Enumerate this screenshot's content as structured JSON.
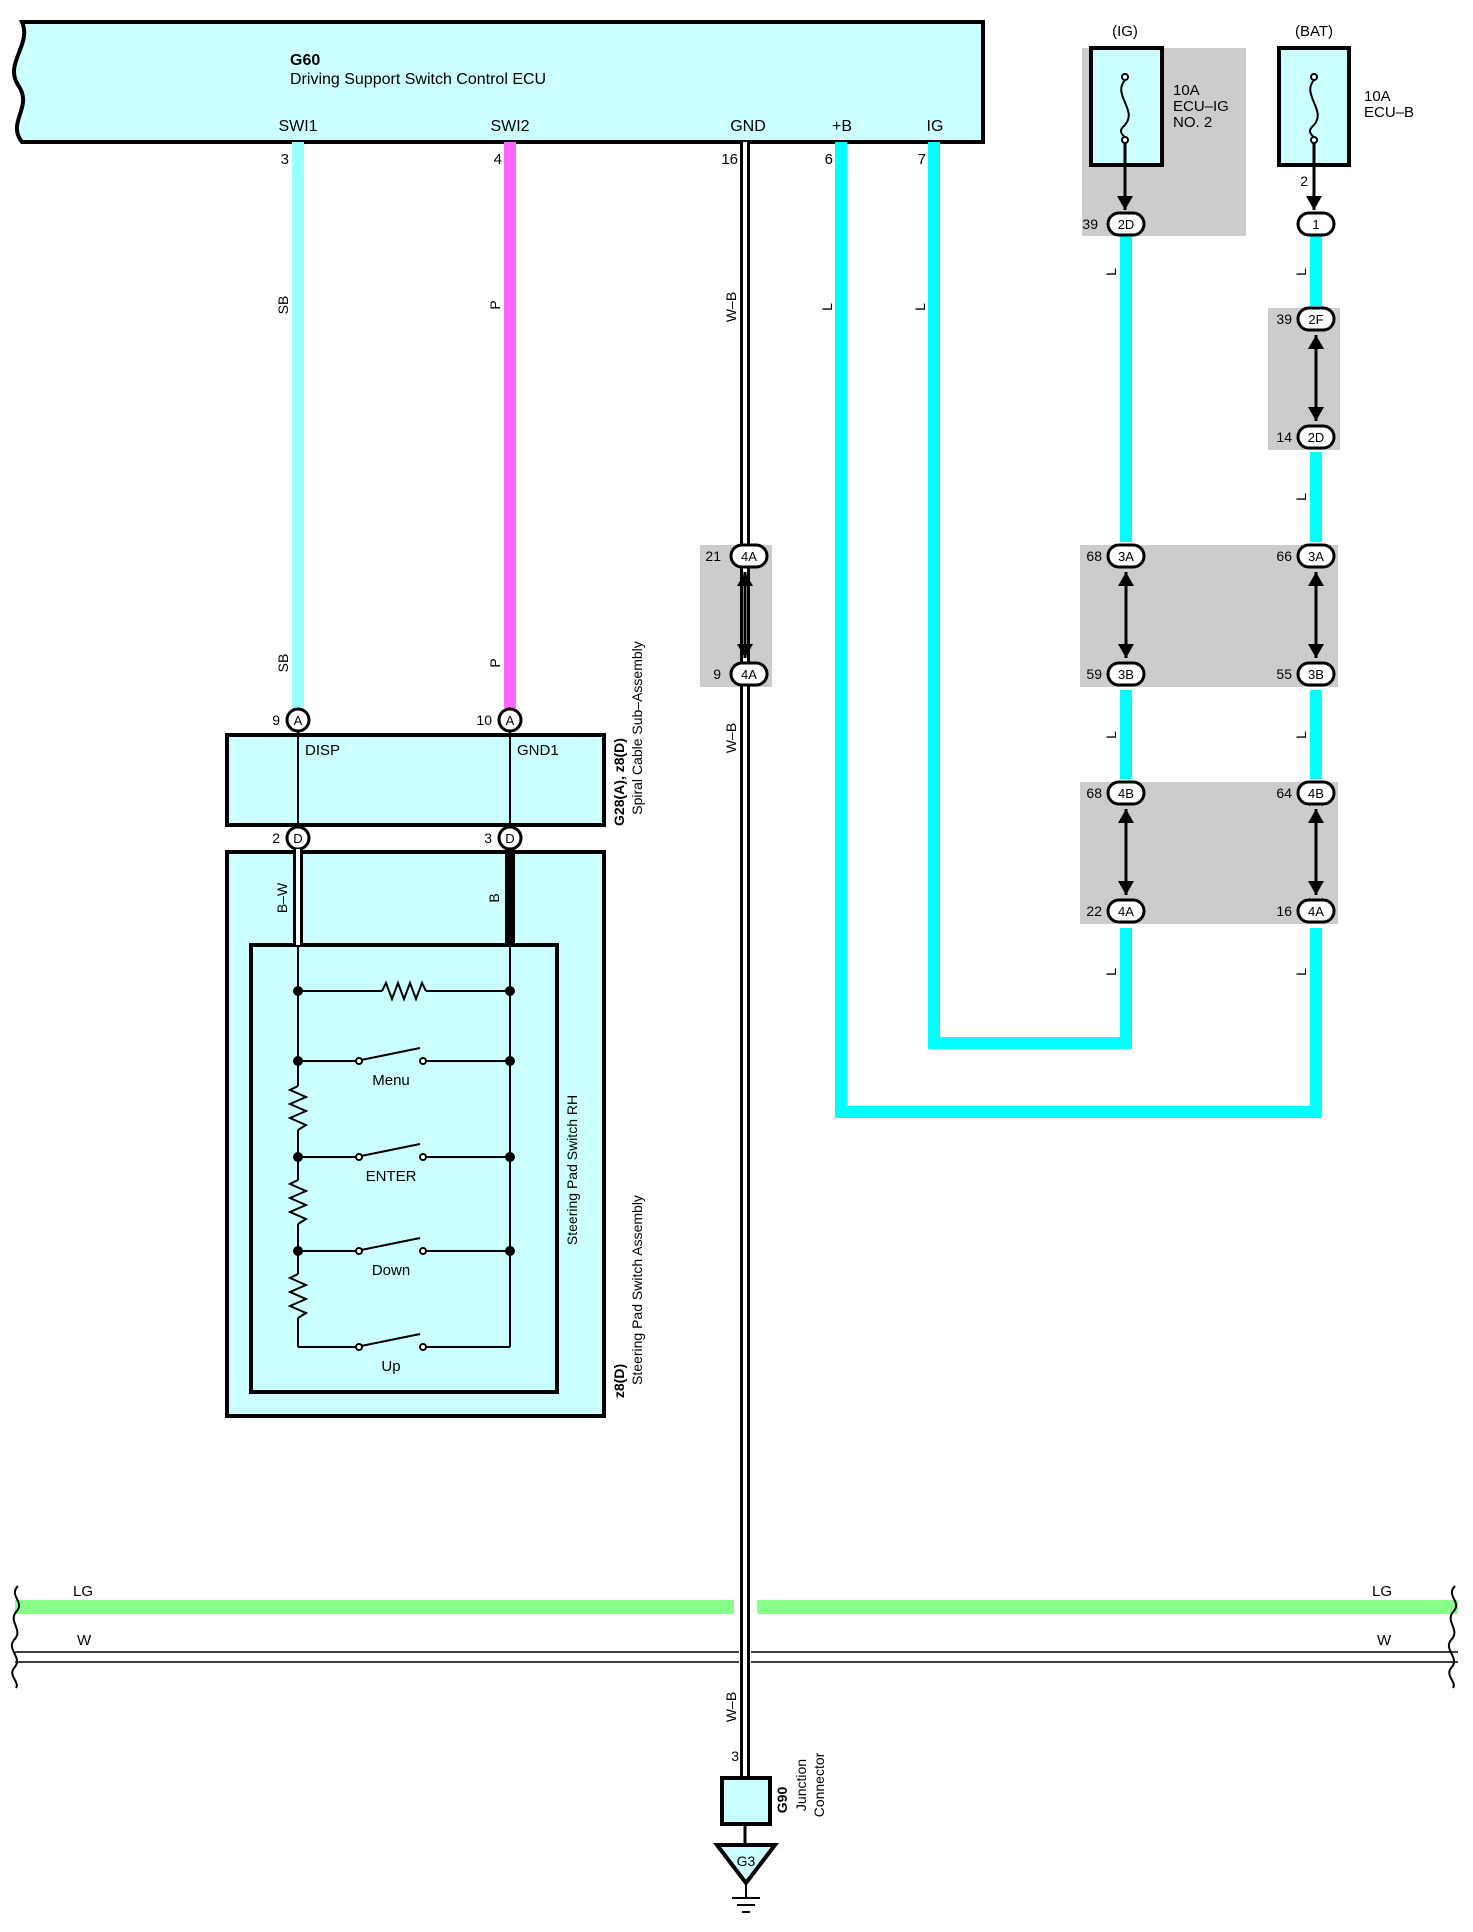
{
  "ecu": {
    "code": "G60",
    "name": "Driving Support Switch Control ECU",
    "terminals": [
      {
        "label": "SWI1",
        "pin": "3"
      },
      {
        "label": "SWI2",
        "pin": "4"
      },
      {
        "label": "GND",
        "pin": "16"
      },
      {
        "label": "+B",
        "pin": "6"
      },
      {
        "label": "IG",
        "pin": "7"
      }
    ]
  },
  "fuses": [
    {
      "source": "(IG)",
      "rating": "10A",
      "name_line1": "ECU–IG",
      "name_line2": "NO. 2"
    },
    {
      "source": "(BAT)",
      "rating": "10A",
      "name_line1": "ECU–B",
      "name_line2": ""
    }
  ],
  "wire_colors": {
    "SB": "#99ffff",
    "P": "#ff66ff",
    "L": "#00ffff",
    "LG": "#88ff88",
    "W": "#ffffff",
    "W-B": "#ffffff",
    "B": "#000000",
    "B-W": "#ffffff",
    "panel_gray": "#cccccc",
    "component_fill": "#ccffff"
  },
  "wire_labels": {
    "sb": "SB",
    "p": "P",
    "wb": "W–B",
    "l": "L",
    "bw": "B–W",
    "b": "B",
    "lg": "LG",
    "w": "W"
  },
  "junctions": {
    "gnd_top": {
      "pin": "21",
      "code": "4A"
    },
    "gnd_bottom": {
      "pin": "9",
      "code": "4A"
    },
    "ig_fuse_out": {
      "pin": "39",
      "code": "2D"
    },
    "bat_fuse_pin": "2",
    "bat_fuse_out": {
      "code": "1"
    },
    "bat_2f": {
      "pin": "39",
      "code": "2F"
    },
    "bat_2d": {
      "pin": "14",
      "code": "2D"
    },
    "ig_3a": {
      "pin": "68",
      "code": "3A"
    },
    "ig_3b": {
      "pin": "59",
      "code": "3B"
    },
    "ig_4b": {
      "pin": "68",
      "code": "4B"
    },
    "ig_4a": {
      "pin": "22",
      "code": "4A"
    },
    "bat_3a": {
      "pin": "66",
      "code": "3A"
    },
    "bat_3b": {
      "pin": "55",
      "code": "3B"
    },
    "bat_4b": {
      "pin": "64",
      "code": "4B"
    },
    "bat_4a": {
      "pin": "16",
      "code": "4A"
    }
  },
  "spiral": {
    "code": "G28(A), z8(D)",
    "name": "Spiral Cable Sub–Assembly",
    "pin_a1": "9",
    "pin_a2": "10",
    "conn_a": "A",
    "conn_d": "D",
    "label_disp": "DISP",
    "label_gnd1": "GND1",
    "pin_d1": "2",
    "pin_d2": "3"
  },
  "steering": {
    "code": "z8(D)",
    "name": "Steering Pad Switch Assembly",
    "inner_name": "Steering Pad Switch RH",
    "switches": [
      "Menu",
      "ENTER",
      "Down",
      "Up"
    ]
  },
  "ground": {
    "junction_code": "G90",
    "junction_name_line1": "Junction",
    "junction_name_line2": "Connector",
    "pin": "3",
    "ground_point": "G3"
  }
}
